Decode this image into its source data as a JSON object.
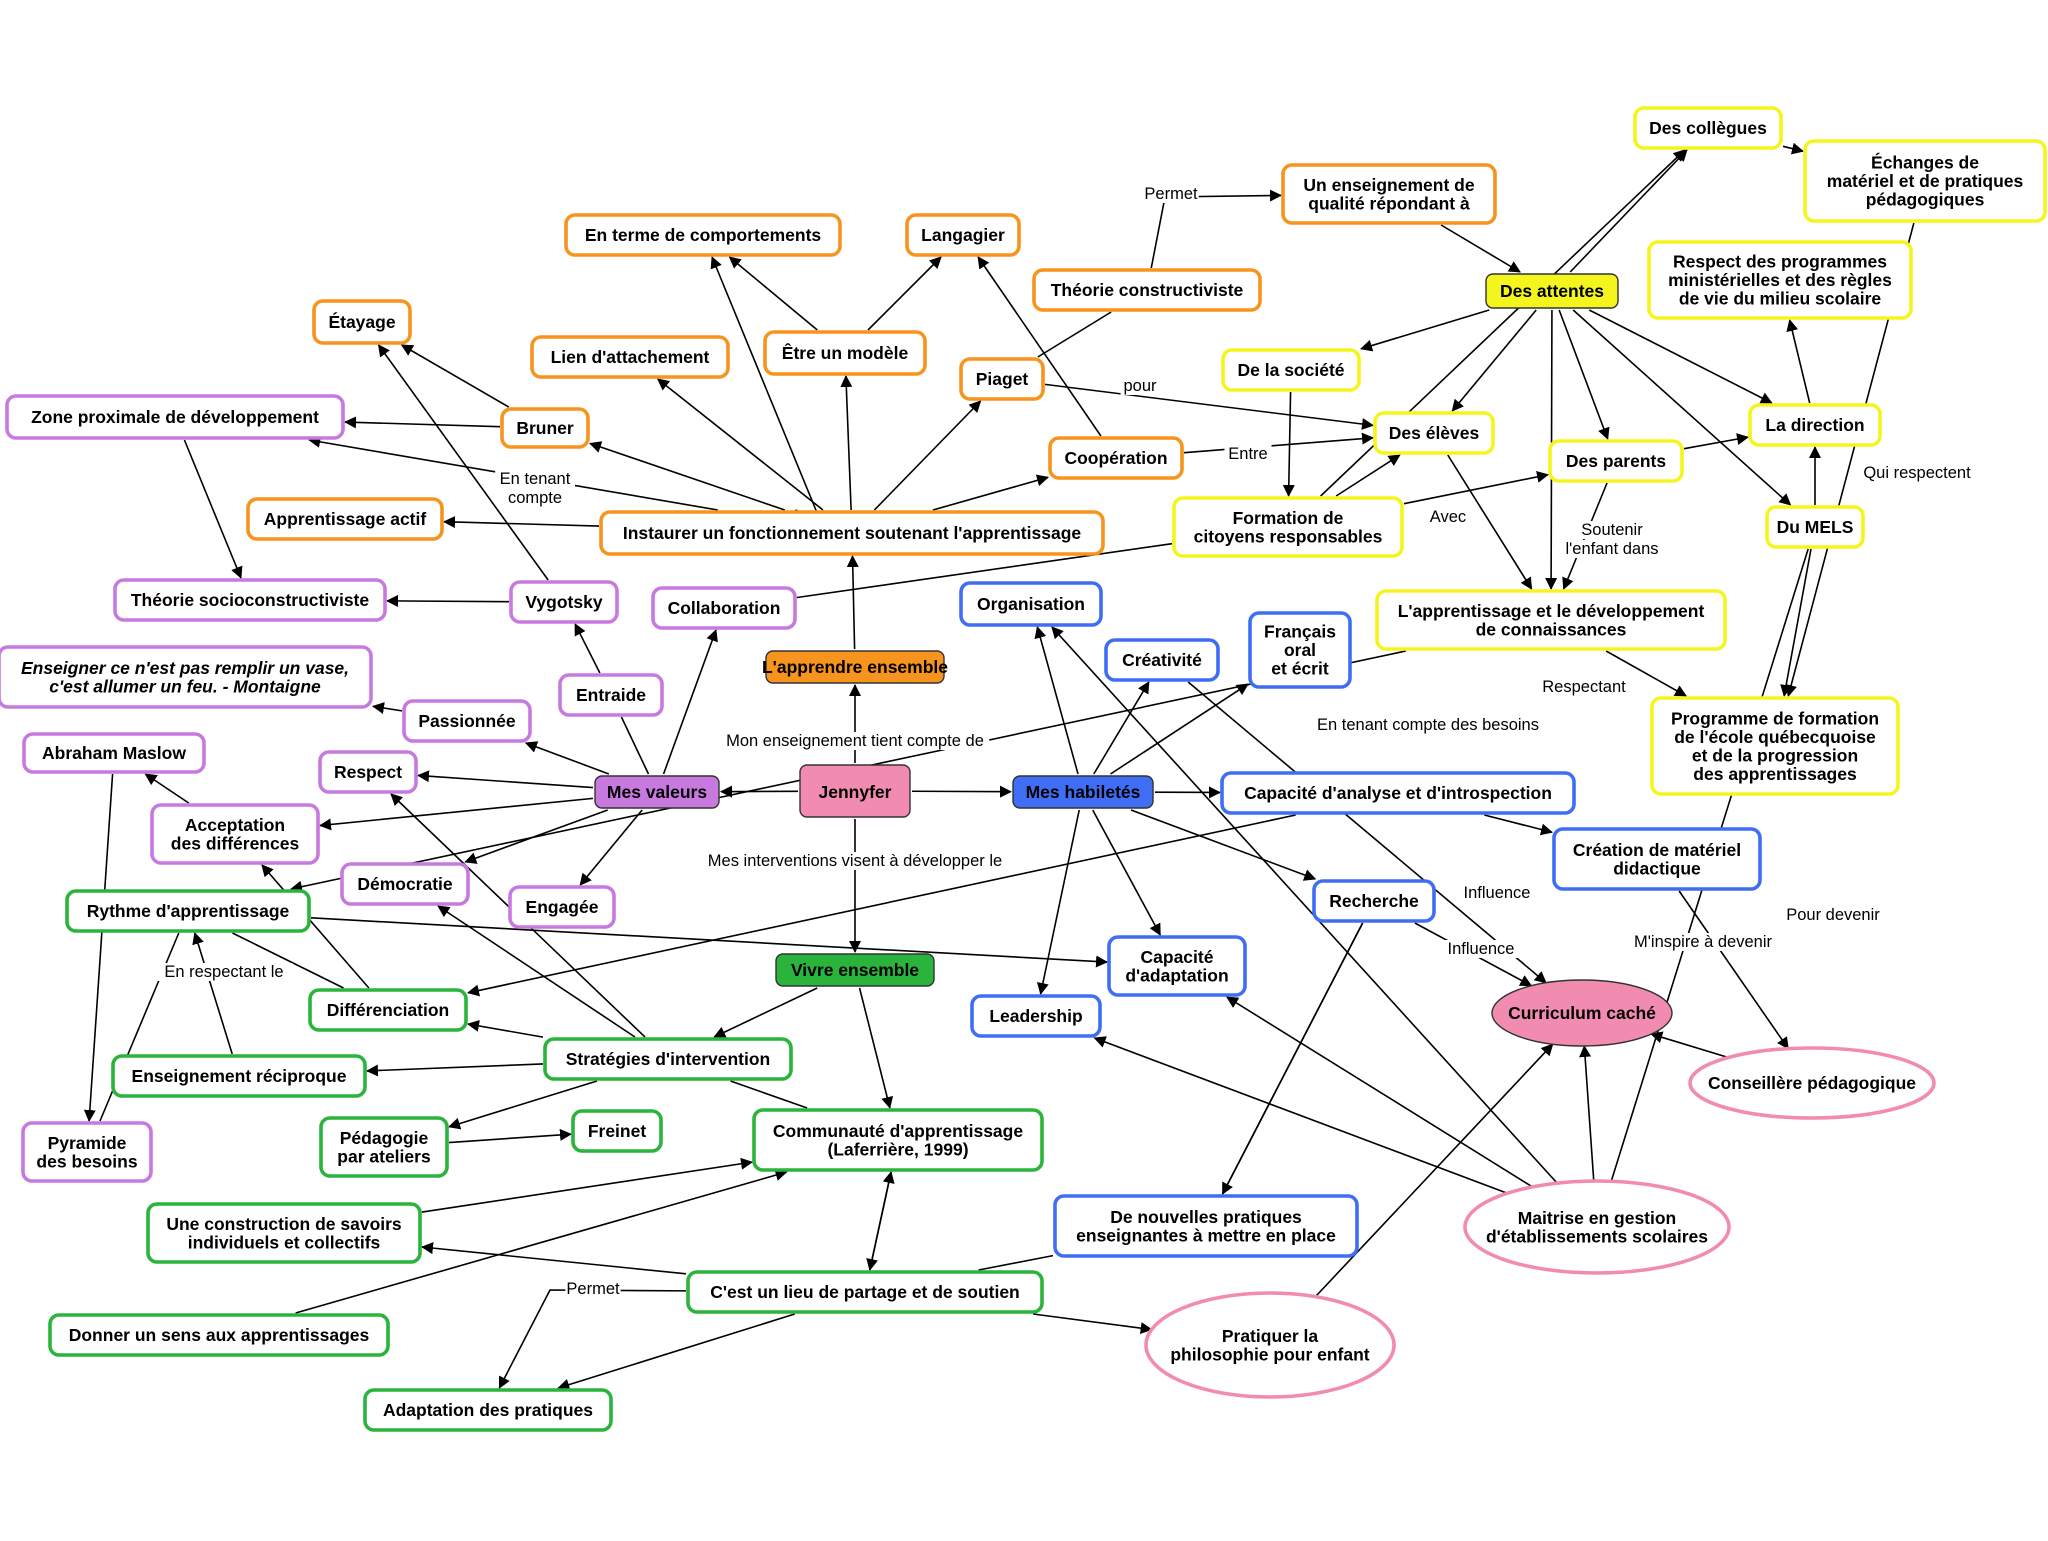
{
  "colors": {
    "orange": "#f7941d",
    "orange_fill": "#f7941d",
    "purple": "#c879e0",
    "purple_fill": "#c879e0",
    "blue": "#3f6ef5",
    "blue_fill": "#3f6ef5",
    "green": "#2ab43c",
    "green_fill": "#2ab43c",
    "yellow": "#f5f51e",
    "yellow_fill": "#f5f51e",
    "pink": "#f28bb0",
    "pink_fill": "#f28bb0",
    "edge": "#000000"
  },
  "nodes": [
    {
      "id": "jennyfer",
      "lines": [
        "Jennyfer"
      ],
      "color": "pink",
      "filled": true,
      "shape": "rect",
      "role": "center"
    },
    {
      "id": "apprendre",
      "lines": [
        "L'apprendre ensemble"
      ],
      "color": "orange",
      "filled": true,
      "shape": "rect"
    },
    {
      "id": "valeurs",
      "lines": [
        "Mes valeurs"
      ],
      "color": "purple",
      "filled": true,
      "shape": "rect"
    },
    {
      "id": "habiletes",
      "lines": [
        "Mes habiletés"
      ],
      "color": "blue",
      "filled": true,
      "shape": "rect"
    },
    {
      "id": "vivre",
      "lines": [
        "Vivre ensemble"
      ],
      "color": "green",
      "filled": true,
      "shape": "rect"
    },
    {
      "id": "attentes",
      "lines": [
        "Des attentes"
      ],
      "color": "yellow",
      "filled": true,
      "shape": "rect"
    },
    {
      "id": "curriculum",
      "lines": [
        "Curriculum caché"
      ],
      "color": "pink",
      "filled": true,
      "shape": "ellipse"
    },
    {
      "id": "instaurer",
      "lines": [
        "Instaurer un fonctionnement soutenant l'apprentissage"
      ],
      "color": "orange"
    },
    {
      "id": "comportements",
      "lines": [
        "En terme de comportements"
      ],
      "color": "orange"
    },
    {
      "id": "langagier",
      "lines": [
        "Langagier"
      ],
      "color": "orange"
    },
    {
      "id": "modele",
      "lines": [
        "Être un modèle"
      ],
      "color": "orange"
    },
    {
      "id": "etayage",
      "lines": [
        "Étayage"
      ],
      "color": "orange"
    },
    {
      "id": "attachement",
      "lines": [
        "Lien d'attachement"
      ],
      "color": "orange"
    },
    {
      "id": "bruner",
      "lines": [
        "Bruner"
      ],
      "color": "orange"
    },
    {
      "id": "piaget",
      "lines": [
        "Piaget"
      ],
      "color": "orange"
    },
    {
      "id": "constructiviste",
      "lines": [
        "Théorie constructiviste"
      ],
      "color": "orange"
    },
    {
      "id": "enseignement_qualite",
      "lines": [
        "Un enseignement de",
        "qualité répondant à"
      ],
      "color": "orange"
    },
    {
      "id": "cooperation",
      "lines": [
        "Coopération"
      ],
      "color": "orange"
    },
    {
      "id": "actif",
      "lines": [
        "Apprentissage actif"
      ],
      "color": "orange"
    },
    {
      "id": "zpd",
      "lines": [
        "Zone proximale de développement"
      ],
      "color": "purple"
    },
    {
      "id": "socio",
      "lines": [
        "Théorie socioconstructiviste"
      ],
      "color": "purple"
    },
    {
      "id": "vygotsky",
      "lines": [
        "Vygotsky"
      ],
      "color": "purple"
    },
    {
      "id": "collaboration",
      "lines": [
        "Collaboration"
      ],
      "color": "purple"
    },
    {
      "id": "montaigne",
      "lines": [
        "Enseigner ce n'est pas remplir un vase,",
        "c'est allumer un feu. - Montaigne"
      ],
      "color": "purple",
      "italic": true
    },
    {
      "id": "entraide",
      "lines": [
        "Entraide"
      ],
      "color": "purple"
    },
    {
      "id": "passionnee",
      "lines": [
        "Passionnée"
      ],
      "color": "purple"
    },
    {
      "id": "maslow",
      "lines": [
        "Abraham Maslow"
      ],
      "color": "purple"
    },
    {
      "id": "respect",
      "lines": [
        "Respect"
      ],
      "color": "purple"
    },
    {
      "id": "acceptation",
      "lines": [
        "Acceptation",
        "des différences"
      ],
      "color": "purple"
    },
    {
      "id": "democratie",
      "lines": [
        "Démocratie"
      ],
      "color": "purple"
    },
    {
      "id": "engagee",
      "lines": [
        "Engagée"
      ],
      "color": "purple"
    },
    {
      "id": "pyramide",
      "lines": [
        "Pyramide",
        "des besoins"
      ],
      "color": "purple"
    },
    {
      "id": "organisation",
      "lines": [
        "Organisation"
      ],
      "color": "blue"
    },
    {
      "id": "creativite",
      "lines": [
        "Créativité"
      ],
      "color": "blue"
    },
    {
      "id": "francais",
      "lines": [
        "Français",
        "oral",
        "et écrit"
      ],
      "color": "blue"
    },
    {
      "id": "analyse",
      "lines": [
        "Capacité d'analyse et d'introspection"
      ],
      "color": "blue"
    },
    {
      "id": "creation",
      "lines": [
        "Création de matériel",
        "didactique"
      ],
      "color": "blue"
    },
    {
      "id": "recherche",
      "lines": [
        "Recherche"
      ],
      "color": "blue"
    },
    {
      "id": "adaptation",
      "lines": [
        "Capacité",
        "d'adaptation"
      ],
      "color": "blue"
    },
    {
      "id": "leadership",
      "lines": [
        "Leadership"
      ],
      "color": "blue"
    },
    {
      "id": "nouvelles",
      "lines": [
        "De nouvelles pratiques",
        "enseignantes à mettre en place"
      ],
      "color": "blue"
    },
    {
      "id": "rythme",
      "lines": [
        "Rythme d'apprentissage"
      ],
      "color": "green"
    },
    {
      "id": "differenciation",
      "lines": [
        "Différenciation"
      ],
      "color": "green"
    },
    {
      "id": "strategies",
      "lines": [
        "Stratégies d'intervention"
      ],
      "color": "green"
    },
    {
      "id": "reciproque",
      "lines": [
        "Enseignement réciproque"
      ],
      "color": "green"
    },
    {
      "id": "ateliers",
      "lines": [
        "Pédagogie",
        "par ateliers"
      ],
      "color": "green"
    },
    {
      "id": "freinet",
      "lines": [
        "Freinet"
      ],
      "color": "green"
    },
    {
      "id": "communaute",
      "lines": [
        "Communauté d'apprentissage",
        "(Laferrière, 1999)"
      ],
      "color": "green"
    },
    {
      "id": "construction",
      "lines": [
        "Une construction de savoirs",
        "individuels et collectifs"
      ],
      "color": "green"
    },
    {
      "id": "partage",
      "lines": [
        "C'est un lieu de partage et de soutien"
      ],
      "color": "green"
    },
    {
      "id": "sens",
      "lines": [
        "Donner un sens aux apprentissages"
      ],
      "color": "green"
    },
    {
      "id": "adaptation_pratiques",
      "lines": [
        "Adaptation des pratiques"
      ],
      "color": "green"
    },
    {
      "id": "collegues",
      "lines": [
        "Des collègues"
      ],
      "color": "yellow"
    },
    {
      "id": "echanges",
      "lines": [
        "Échanges de",
        "matériel et de pratiques",
        "pédagogiques"
      ],
      "color": "yellow"
    },
    {
      "id": "respect_programmes",
      "lines": [
        "Respect des programmes",
        "ministérielles et des règles",
        "de vie du milieu scolaire"
      ],
      "color": "yellow"
    },
    {
      "id": "societe",
      "lines": [
        "De la société"
      ],
      "color": "yellow"
    },
    {
      "id": "eleves",
      "lines": [
        "Des élèves"
      ],
      "color": "yellow"
    },
    {
      "id": "parents",
      "lines": [
        "Des parents"
      ],
      "color": "yellow"
    },
    {
      "id": "direction",
      "lines": [
        "La direction"
      ],
      "color": "yellow"
    },
    {
      "id": "formation",
      "lines": [
        "Formation de",
        "citoyens responsables"
      ],
      "color": "yellow"
    },
    {
      "id": "mels",
      "lines": [
        "Du MELS"
      ],
      "color": "yellow"
    },
    {
      "id": "apprentissage_dev",
      "lines": [
        "L'apprentissage et le développement",
        "de connaissances"
      ],
      "color": "yellow"
    },
    {
      "id": "programme",
      "lines": [
        "Programme de formation",
        "de l'école québecquoise",
        "et de la progression",
        "des apprentissages"
      ],
      "color": "yellow"
    },
    {
      "id": "conseillere",
      "lines": [
        "Conseillère pédagogique"
      ],
      "color": "pink",
      "shape": "ellipse"
    },
    {
      "id": "maitrise",
      "lines": [
        "Maitrise en gestion",
        "d'établissements scolaires"
      ],
      "color": "pink",
      "shape": "ellipse"
    },
    {
      "id": "philosophie",
      "lines": [
        "Pratiquer la",
        "philosophie pour enfant"
      ],
      "color": "pink",
      "shape": "ellipse"
    }
  ],
  "edge_labels": [
    {
      "id": "lbl_tient",
      "text": "Mon enseignement tient compte de"
    },
    {
      "id": "lbl_interventions",
      "text": "Mes interventions visent à développer le"
    },
    {
      "id": "lbl_permet1",
      "text": "Permet"
    },
    {
      "id": "lbl_pour",
      "text": "pour"
    },
    {
      "id": "lbl_entre",
      "text": "Entre"
    },
    {
      "id": "lbl_avec",
      "text": "Avec"
    },
    {
      "id": "lbl_tenant1",
      "text": "En tenant"
    },
    {
      "id": "lbl_tenant2",
      "text": "compte"
    },
    {
      "id": "lbl_soutenir1",
      "text": "Soutenir"
    },
    {
      "id": "lbl_soutenir2",
      "text": "l'enfant dans"
    },
    {
      "id": "lbl_respectant",
      "text": "Respectant"
    },
    {
      "id": "lbl_besoins",
      "text": "En tenant compte des besoins"
    },
    {
      "id": "lbl_qui",
      "text": "Qui respectent"
    },
    {
      "id": "lbl_influence1",
      "text": "Influence"
    },
    {
      "id": "lbl_influence2",
      "text": "Influence"
    },
    {
      "id": "lbl_inspire",
      "text": "M'inspire à devenir"
    },
    {
      "id": "lbl_devenir",
      "text": "Pour devenir"
    },
    {
      "id": "lbl_respectant_le",
      "text": "En respectant le"
    },
    {
      "id": "lbl_permet2",
      "text": "Permet"
    }
  ]
}
